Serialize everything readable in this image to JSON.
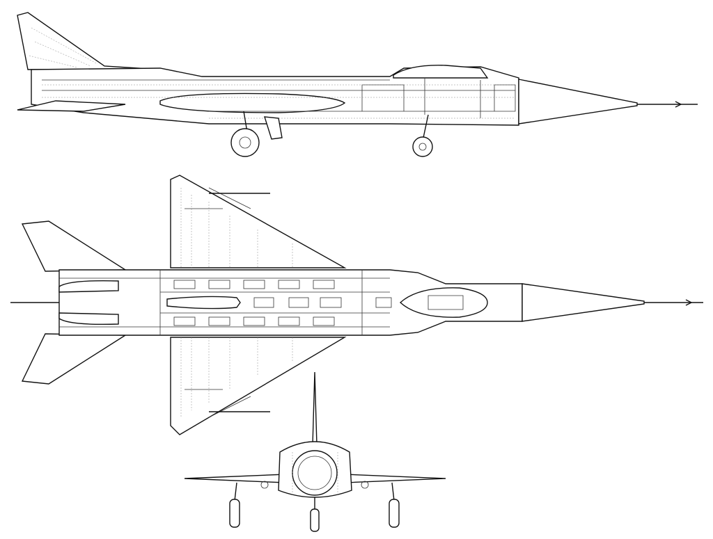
{
  "colors": {
    "line": "#111111",
    "background": "#ffffff"
  },
  "views": [
    {
      "id": "side",
      "icon": "aircraft-side-view"
    },
    {
      "id": "top",
      "icon": "aircraft-top-view"
    },
    {
      "id": "front",
      "icon": "aircraft-front-view"
    }
  ]
}
